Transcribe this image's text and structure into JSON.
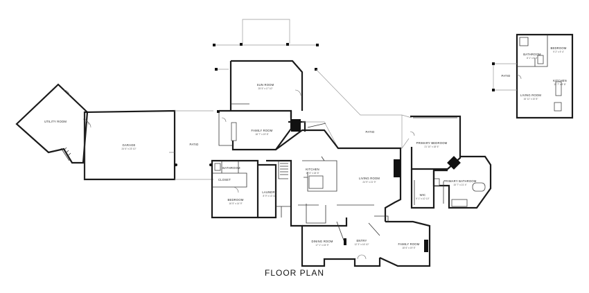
{
  "title": "FLOOR PLAN",
  "rooms": {
    "utility_room": {
      "name": "UTILITY ROOM",
      "dim": ""
    },
    "garage": {
      "name": "GARAGE",
      "dim": "24' 6\" x 23' 10\""
    },
    "patio_main": {
      "name": "PATIO",
      "dim": ""
    },
    "sun_room": {
      "name": "SUN ROOM",
      "dim": "25' 5\" x 17' 10\""
    },
    "family_room_1": {
      "name": "FAMILY ROOM",
      "dim": "18' 7\" x 19' 8\""
    },
    "patio_right": {
      "name": "PATIO",
      "dim": ""
    },
    "primary_bedroom": {
      "name": "PRIMARY BEDROOM",
      "dim": "21' 10\" x 18' 6\""
    },
    "kitchen": {
      "name": "KITCHEN",
      "dim": "16' 5\" x 18' 8\""
    },
    "living_room": {
      "name": "LIVING ROOM",
      "dim": "24' 9\" x 21' 9\""
    },
    "bathroom_small": {
      "name": "BATHROOM",
      "dim": ""
    },
    "closet": {
      "name": "CLOSET",
      "dim": ""
    },
    "bedroom": {
      "name": "BEDROOM",
      "dim": "16' 5\" x 14' 9\""
    },
    "laundry": {
      "name": "LAUNDRY",
      "dim": "8' 9\" x 13' 11\""
    },
    "wic": {
      "name": "WIC",
      "dim": "9' 1\" x 10' 10\""
    },
    "primary_bathroom": {
      "name": "PRIMARY BATHROOM",
      "dim": "15' 7\" x 21' 4\""
    },
    "dining_room": {
      "name": "DINING ROOM",
      "dim": "17' 1\" x 15' 9\""
    },
    "entry": {
      "name": "ENTRY",
      "dim": "12' 3\" x 16' 10\""
    },
    "family_room_2": {
      "name": "FAMILY ROOM",
      "dim": "18' 6\" x 19' 5\""
    },
    "guest_bathroom": {
      "name": "BATHROOM",
      "dim": "8' 1\" x 8' 5\""
    },
    "guest_bedroom": {
      "name": "BEDROOM",
      "dim": "9' 2\" x 9' 4\""
    },
    "guest_patio": {
      "name": "PATIO",
      "dim": ""
    },
    "guest_kitchen": {
      "name": "KITCHEN",
      "dim": "15' 7\" x 9' 8\""
    },
    "guest_living": {
      "name": "LIVING ROOM",
      "dim": "16' 11\" x 10' 8\""
    }
  }
}
